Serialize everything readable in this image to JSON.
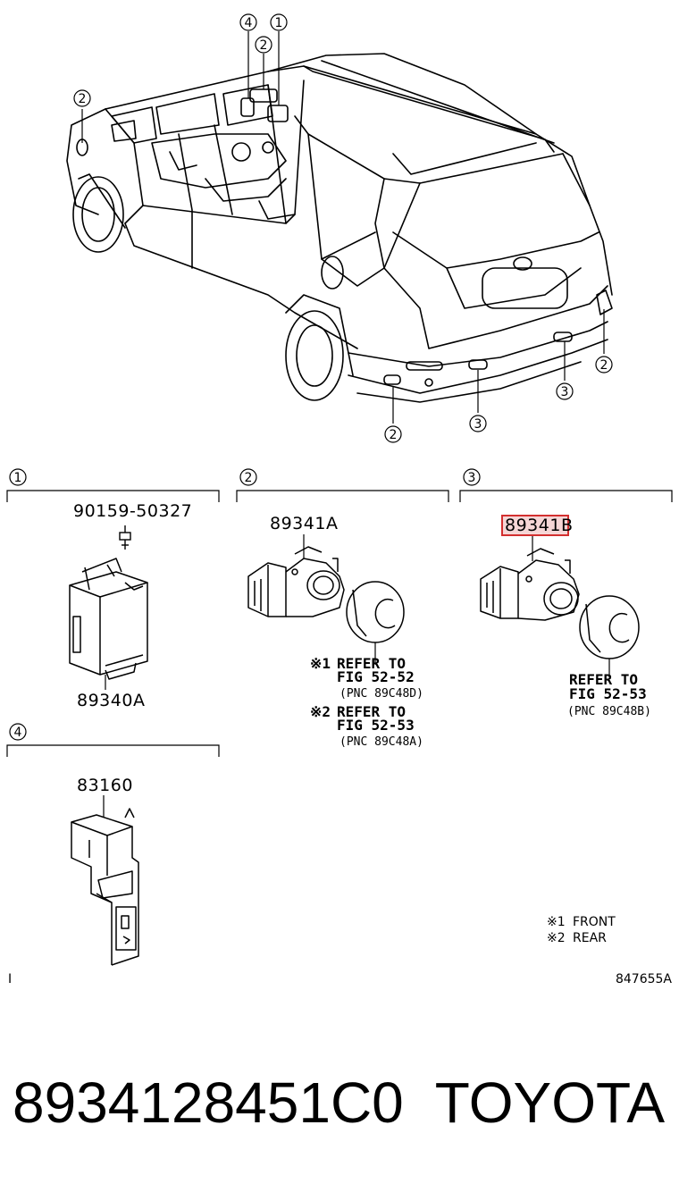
{
  "callouts": {
    "c1": "1",
    "c2": "2",
    "c3": "3",
    "c4": "4"
  },
  "sections": [
    {
      "marker": "1",
      "parts": [
        {
          "number": "90159-50327"
        },
        {
          "number": "89340A"
        }
      ]
    },
    {
      "marker": "2",
      "parts": [
        {
          "number": "89341A"
        }
      ],
      "notes": [
        {
          "mark": "※1",
          "line1": "REFER TO",
          "line2": "FIG 52-52",
          "pnc": "(PNC 89C48D)"
        },
        {
          "mark": "※2",
          "line1": "REFER TO",
          "line2": "FIG 52-53",
          "pnc": "(PNC 89C48A)"
        }
      ]
    },
    {
      "marker": "3",
      "parts": [
        {
          "number": "89341B",
          "highlighted": true
        }
      ],
      "notes": [
        {
          "line1": "REFER TO",
          "line2": "FIG 52-53",
          "pnc": "(PNC 89C48B)"
        }
      ]
    },
    {
      "marker": "4",
      "parts": [
        {
          "number": "83160"
        }
      ]
    }
  ],
  "legend": [
    {
      "mark": "※1",
      "label": "FRONT"
    },
    {
      "mark": "※2",
      "label": "REAR"
    }
  ],
  "figure_id": "847655A",
  "left_mark": "I",
  "footer": {
    "part_number": "8934128451C0",
    "brand": "TOYOTA"
  },
  "colors": {
    "highlight": "#d32f2f",
    "highlight_fill": "#f6d6d6",
    "ink": "#000000"
  }
}
